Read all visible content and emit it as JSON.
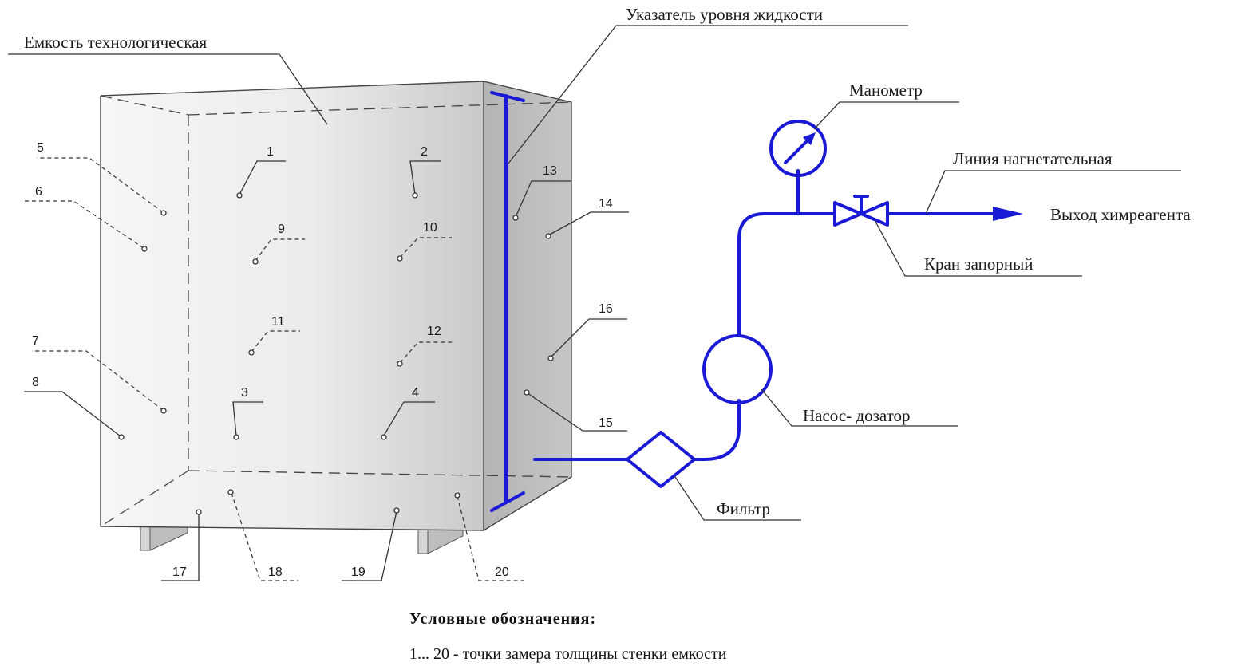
{
  "colors": {
    "pipe": "#1a1ad6",
    "ink": "#333333",
    "tank_side": "#bdbdbd",
    "tank_front_light": "#f4f4f4",
    "tank_front_dark": "#c8c8c8"
  },
  "labels": {
    "tank": "Емкость технологическая",
    "level_indicator": "Указатель уровня жидкости",
    "manometer": "Манометр",
    "discharge_line": "Линия нагнетательная",
    "outlet": "Выход химреагента",
    "shutoff_valve": "Кран запорный",
    "pump": "Насос- дозатор",
    "filter": "Фильтр"
  },
  "points": [
    "1",
    "2",
    "3",
    "4",
    "5",
    "6",
    "7",
    "8",
    "9",
    "10",
    "11",
    "12",
    "13",
    "14",
    "15",
    "16",
    "17",
    "18",
    "19",
    "20"
  ],
  "legend": {
    "title": "Условные обозначения:",
    "text": "1... 20 - точки замера толщины стенки емкости"
  },
  "icons": {
    "manometer": "pressure-gauge-icon",
    "valve": "valve-icon",
    "filter": "filter-icon",
    "pump": "pump-icon",
    "arrow": "arrow-right-icon"
  }
}
